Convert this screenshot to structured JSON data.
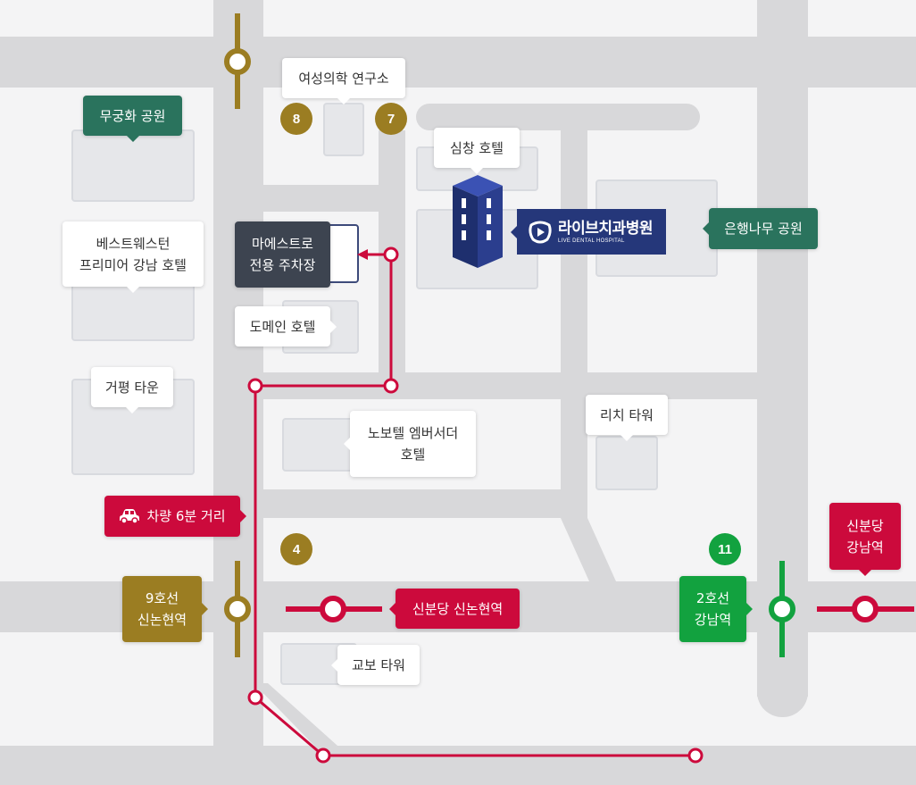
{
  "hospital": {
    "name": "라이브치과병원",
    "subtitle": "LIVE DENTAL HOSPITAL",
    "brand_color": "#25377a"
  },
  "landmarks": {
    "women_medical_institute": "여성의학 연구소",
    "mugunghwa_park": "무궁화 공원",
    "simchang_hotel": "심창 호텔",
    "best_western_line1": "베스트웨스턴",
    "best_western_line2": "프리미어 강남 호텔",
    "maestro_parking_line1": "마에스트로",
    "maestro_parking_line2": "전용 주차장",
    "domain_hotel": "도메인 호텔",
    "eunhaengnamu_park": "은행나무 공원",
    "geopyeong_town": "거평 타운",
    "novotel_line1": "노보텔  엠버서더",
    "novotel_line2": "호텔",
    "rich_tower": "리치 타워",
    "kyobo_tower": "교보 타워"
  },
  "route": {
    "car_distance": "차량 6분 거리",
    "car_icon": "car-icon",
    "color": "#cc0a3c"
  },
  "stations": {
    "line9_line1": "9호선",
    "line9_line2": "신논현역",
    "shinbundang_sinnonhyeon": "신분당 신논현역",
    "line2_line1": "2호선",
    "line2_line2": "강남역",
    "shinbundang_gangnam_line1": "신분당",
    "shinbundang_gangnam_line2": "강남역"
  },
  "exits": {
    "exit_8": "8",
    "exit_7": "7",
    "exit_4": "4",
    "exit_11": "11"
  },
  "colors": {
    "line9": "#9b7d22",
    "line2": "#12a23f",
    "shinbundang": "#cc0a3c",
    "park": "#2a735d",
    "parking": "#3d4450"
  }
}
